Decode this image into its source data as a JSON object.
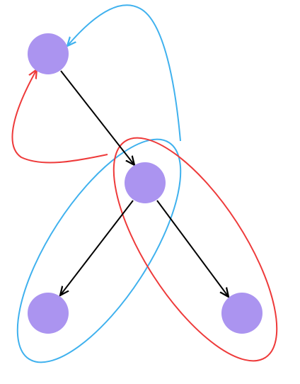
{
  "diagram": {
    "nodes": [
      {
        "id": "n1"
      },
      {
        "id": "n2"
      },
      {
        "id": "n3"
      },
      {
        "id": "n4"
      }
    ],
    "edges": [
      {
        "from": "n1",
        "to": "n2"
      },
      {
        "from": "n2",
        "to": "n3"
      },
      {
        "from": "n2",
        "to": "n4"
      }
    ],
    "groups": [
      {
        "id": "blue-group",
        "members": [
          "n2",
          "n3"
        ]
      },
      {
        "id": "red-group",
        "members": [
          "n2",
          "n4"
        ]
      }
    ],
    "feedback_edges": [
      {
        "from": "blue-group",
        "to": "n1"
      },
      {
        "from": "red-group",
        "to": "n1"
      }
    ]
  },
  "colors": {
    "background": "#ffffff",
    "node_fill": "#ab94f0",
    "edge_black": "#000000",
    "blue": "#3fb1ee",
    "red": "#ee3a3a"
  }
}
